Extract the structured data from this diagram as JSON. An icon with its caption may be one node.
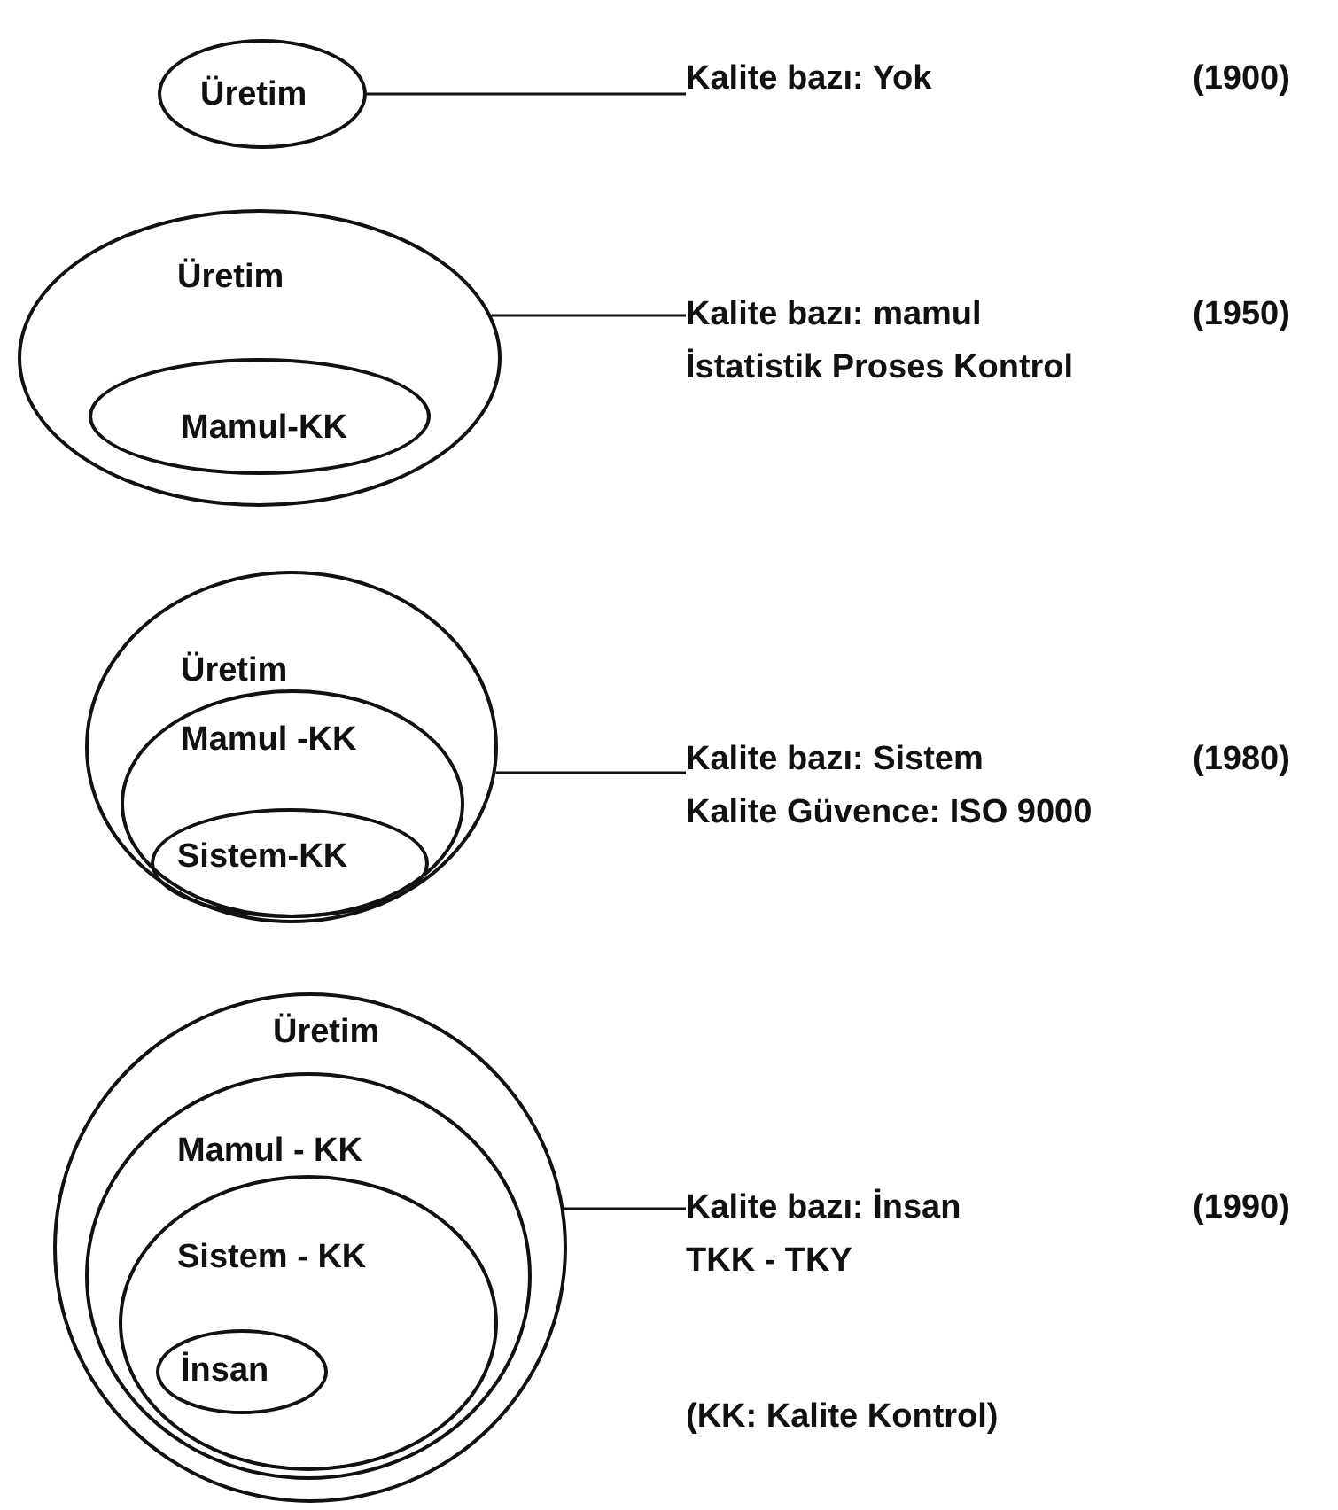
{
  "diagram": {
    "nodes": [
      {
        "text": [
          "Üretim"
        ]
      },
      {
        "text": [
          "Kalite bazı: Yok"
        ],
        "beside": [
          "(1900)"
        ]
      },
      {
        "text": [
          "Üretim"
        ]
      },
      {
        "text": [
          "Mamul-KK"
        ],
        "in": 2
      },
      {
        "text": [
          "Kalite bazı: mamul",
          "İstatistik Proses Kontrol"
        ],
        "beside": [
          "(1950)"
        ]
      },
      {
        "text": [
          "Üretim"
        ]
      },
      {
        "text": [
          "Mamul -KK"
        ],
        "in": 5
      },
      {
        "text": [
          "Sistem-KK"
        ],
        "in": 6
      },
      {
        "text": [
          "Kalite bazı: Sistem",
          "Kalite Güvence: ISO 9000"
        ],
        "beside": [
          "(1980)"
        ]
      },
      {
        "text": [
          "Üretim"
        ]
      },
      {
        "text": [
          "Mamul - KK"
        ],
        "in": 9
      },
      {
        "text": [
          "Sistem - KK"
        ],
        "in": 10
      },
      {
        "text": [
          "İnsan"
        ],
        "in": 11
      },
      {
        "text": [
          "Kalite bazı: İnsan",
          "TKK - TKY"
        ],
        "beside": [
          "(1990)"
        ]
      }
    ],
    "edges": [
      {
        "from": 0,
        "to": 1,
        "arrow": "none"
      },
      {
        "from": 2,
        "to": 4,
        "arrow": "none"
      },
      {
        "from": 5,
        "to": 8,
        "arrow": "none"
      },
      {
        "from": 9,
        "to": 13,
        "arrow": "none"
      }
    ],
    "labels": [
      "(KK: Kalite Kontrol)"
    ]
  }
}
